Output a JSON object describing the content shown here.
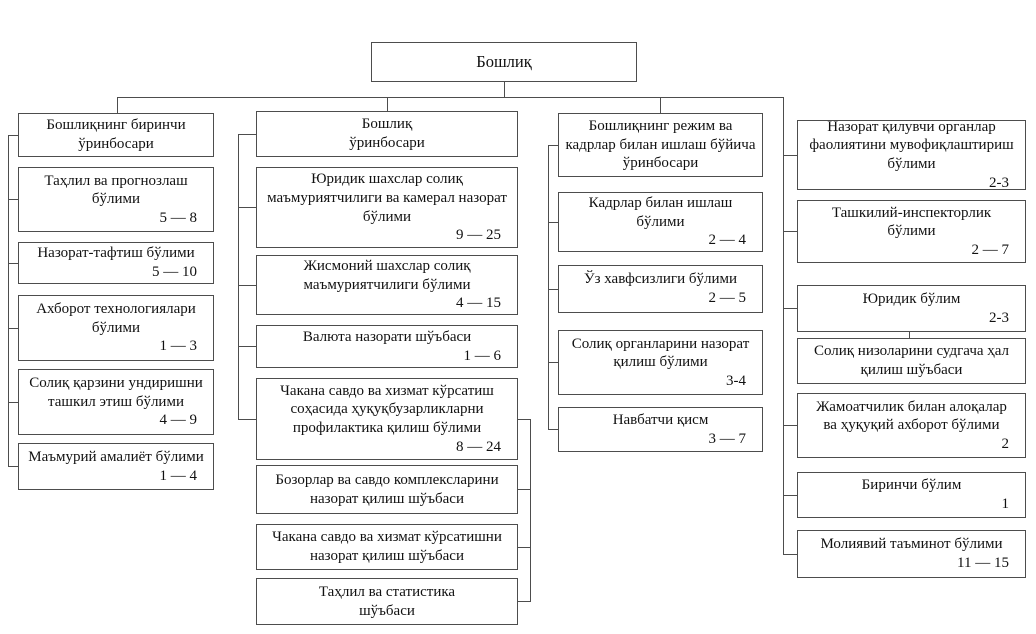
{
  "root": {
    "label": "Бошлиқ"
  },
  "colors": {
    "line": "#4d4d4d",
    "background": "#ffffff",
    "text": "#111111"
  },
  "columns": [
    {
      "header": {
        "label": "Бошлиқнинг биринчи ўринбосари"
      },
      "boxes": [
        {
          "label": "Таҳлил ва прогнозлаш бўлими",
          "count": "5 — 8"
        },
        {
          "label": "Назорат-тафтиш бўлими",
          "count": "5 — 10"
        },
        {
          "label": "Ахборот технологиялари бўлими",
          "count": "1 — 3"
        },
        {
          "label": "Солиқ қарзини ундиришни ташкил этиш бўлими",
          "count": "4 — 9"
        },
        {
          "label": "Маъмурий амалиёт бўлими",
          "count": "1 — 4"
        }
      ]
    },
    {
      "header": {
        "label": "Бошлиқ ўринбосари"
      },
      "boxes": [
        {
          "label": "Юридик шахслар солиқ маъмуриятчилиги ва камерал назорат бўлими",
          "count": "9 — 25"
        },
        {
          "label": "Жисмоний шахслар солиқ маъмуриятчилиги бўлими",
          "count": "4 — 15"
        },
        {
          "label": "Валюта назорати шўъбаси",
          "count": "1 — 6"
        },
        {
          "label": "Чакана савдо ва хизмат кўрсатиш соҳасида ҳуқуқбузарликларни профилактика қилиш бўлими",
          "count": "8 — 24"
        },
        {
          "label": "Бозорлар ва савдо комплексларини назорат қилиш шўъбаси"
        },
        {
          "label": "Чакана савдо ва хизмат кўрсатишни назорат қилиш шўъбаси"
        },
        {
          "label": "Таҳлил ва статистика шўъбаси"
        }
      ]
    },
    {
      "header": {
        "label": "Бошлиқнинг режим ва кадрлар билан ишлаш бўйича ўринбосари"
      },
      "boxes": [
        {
          "label": "Кадрлар билан ишлаш бўлими",
          "count": "2 — 4"
        },
        {
          "label": "Ўз хавфсизлиги бўлими",
          "count": "2 — 5"
        },
        {
          "label": "Солиқ органларини назорат қилиш бўлими",
          "count": "3-4"
        },
        {
          "label": "Навбатчи қисм",
          "count": "3 — 7"
        }
      ]
    },
    {
      "boxes": [
        {
          "label": "Назорат қилувчи органлар фаолиятини мувофиқлаштириш бўлими",
          "count": "2-3"
        },
        {
          "label": "Ташкилий-инспекторлик бўлими",
          "count": "2 — 7"
        },
        {
          "label": "Юридик бўлим",
          "count": "2-3"
        },
        {
          "label": "Солиқ низоларини судгача ҳал қилиш шўъбаси"
        },
        {
          "label": "Жамоатчилик билан алоқалар ва ҳуқуқий ахборот бўлими",
          "count": "2"
        },
        {
          "label": "Биринчи бўлим",
          "count": "1"
        },
        {
          "label": "Молиявий таъминот бўлими",
          "count": "11 — 15"
        }
      ]
    }
  ]
}
